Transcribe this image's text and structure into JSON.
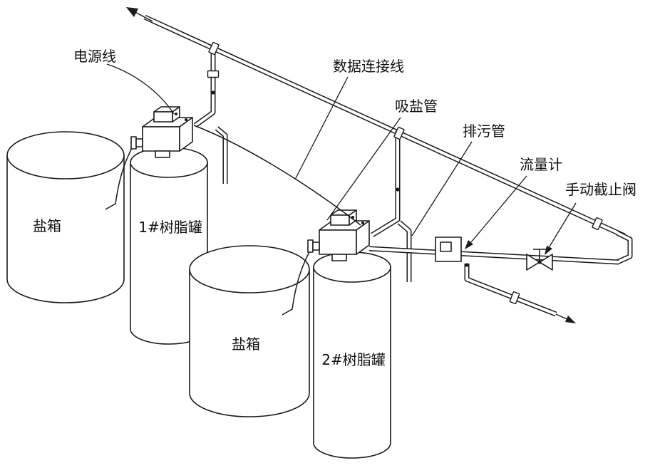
{
  "figure": {
    "background_color": "#ffffff",
    "line_color": "#1a1a1a",
    "labels": {
      "power_cable": "电源线",
      "data_cable": "数据连接线",
      "salt_suction_pipe": "吸盐管",
      "drain_pipe": "排污管",
      "flow_meter": "流量计",
      "manual_stop_valve": "手动截止阀",
      "salt_box_1": "盐箱",
      "resin_tank_1": "1#树脂罐",
      "salt_box_2": "盐箱",
      "resin_tank_2": "2#树脂罐"
    }
  }
}
